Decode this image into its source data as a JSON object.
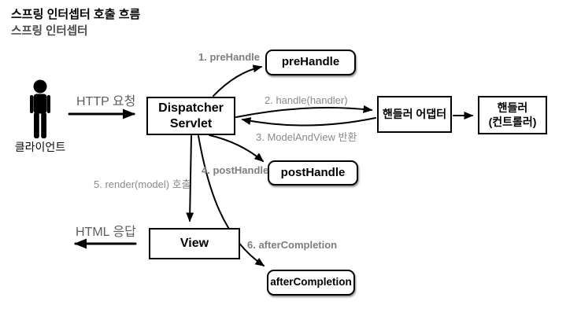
{
  "header": {
    "title": "스프링 인터셉터 호출 흐름",
    "subtitle": "스프링 인터셉터"
  },
  "nodes": {
    "client": {
      "label": "클라이언트"
    },
    "dispatcher_servlet": {
      "line1": "Dispatcher",
      "line2": "Servlet"
    },
    "pre_handle": {
      "label": "preHandle"
    },
    "handler_adapter": {
      "label": "핸들러 어댑터"
    },
    "handler": {
      "line1": "핸들러",
      "line2": "(컨트롤러)"
    },
    "post_handle": {
      "label": "postHandle"
    },
    "view": {
      "label": "View"
    },
    "after_completion": {
      "label": "afterCompletion"
    }
  },
  "edges": {
    "http_request": {
      "label": "HTTP 요청"
    },
    "step1_pre_handle": {
      "label": "1. preHandle"
    },
    "step2_handle": {
      "label": "2. handle(handler)"
    },
    "step3_model_and_view": {
      "label": "3. ModelAndView 반환"
    },
    "step4_post_handle": {
      "label": "4. postHandle"
    },
    "step5_render": {
      "label": "5. render(model) 호출"
    },
    "step6_after_completion": {
      "label": "6. afterCompletion"
    },
    "html_response": {
      "label": "HTML 응답"
    }
  },
  "colors": {
    "background": "#ffffff",
    "box_border": "#000000",
    "box_fill": "#ffffff",
    "arrow": "#000000",
    "edge_label_gray": "#8a8a8a",
    "edge_label_bold_gray": "#7e7e7e",
    "title": "#000000",
    "subtitle": "#4a4a4a",
    "node_text": "#000000"
  }
}
